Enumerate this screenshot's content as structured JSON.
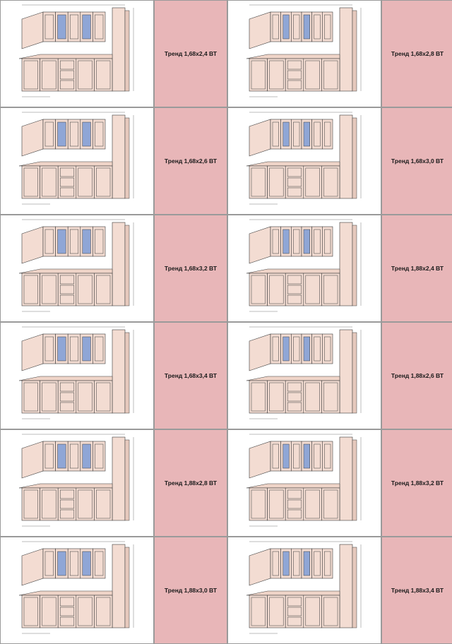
{
  "kitchens": [
    {
      "label": "Тренд 1,68х2,4 ВТ"
    },
    {
      "label": "Тренд 1,68х2,8 ВТ"
    },
    {
      "label": "Тренд 1,68х2,6 ВТ"
    },
    {
      "label": "Тренд 1,68х3,0 ВТ"
    },
    {
      "label": "Тренд 1,68х3,2 ВТ"
    },
    {
      "label": "Тренд 1,88х2,4 ВТ"
    },
    {
      "label": "Тренд 1,68х3,4 ВТ"
    },
    {
      "label": "Тренд 1,88х2,6 ВТ"
    },
    {
      "label": "Тренд 1,88х2,8 ВТ"
    },
    {
      "label": "Тренд 1,88х3,2 ВТ"
    },
    {
      "label": "Тренд 1,88х3,0 ВТ"
    },
    {
      "label": "Тренд 1,88х3,4 ВТ"
    }
  ],
  "colors": {
    "label_bg": "#e8b6b8",
    "glass": "#8fa6d6",
    "cabinet": "#f3dcd2",
    "line": "#3a3a3a"
  }
}
